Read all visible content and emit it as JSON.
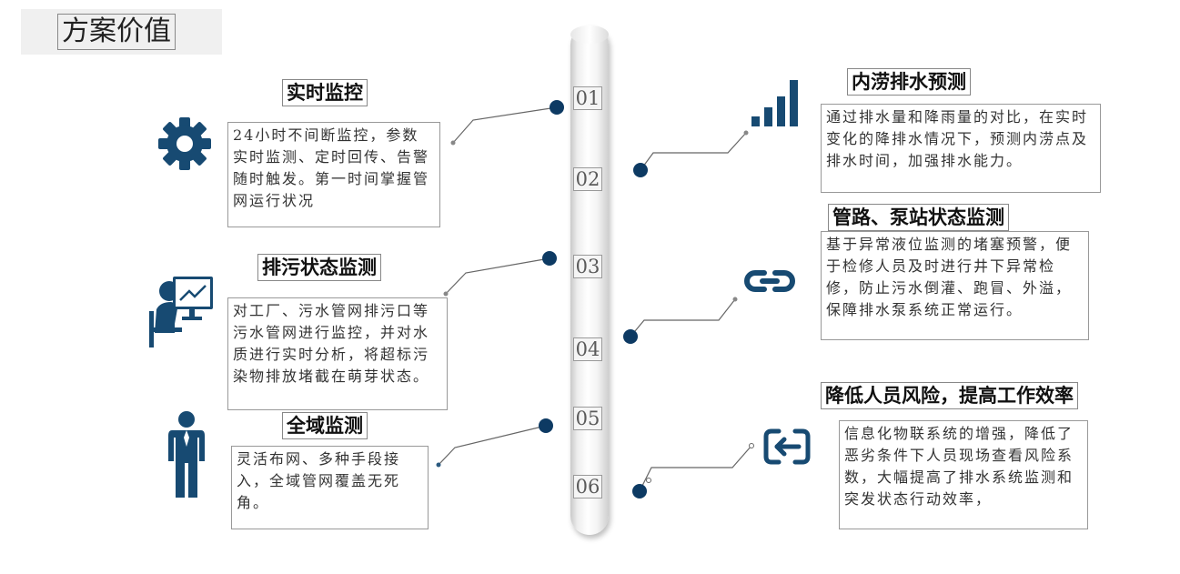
{
  "page_title": "方案价值",
  "numbers": [
    "01",
    "02",
    "03",
    "04",
    "05",
    "06"
  ],
  "items": [
    {
      "title": "实时监控",
      "text": "24小时不间断监控，参数实时监测、定时回传、告警随时触发。第一时间掌握管网运行状况",
      "icon": "gear-icon"
    },
    {
      "title": "内涝排水预测",
      "text": "通过排水量和降雨量的对比，在实时变化的降排水情况下，预测内涝点及排水时间，加强排水能力。",
      "icon": "signal-bars-icon"
    },
    {
      "title": "排污状态监测",
      "text": "对工厂、污水管网排污口等污水管网进行监控，并对水质进行实时分析，将超标污染物排放堵截在萌芽状态。",
      "icon": "person-monitor-icon"
    },
    {
      "title": "管路、泵站状态监测",
      "text": "基于异常液位监测的堵塞预警，便于检修人员及时进行井下异常检修，防止污水倒灌、跑冒、外溢，保障排水泵系统正常运行。",
      "icon": "link-icon"
    },
    {
      "title": "全域监测",
      "text": "灵活布网、多种手段接入，全域管网覆盖无死角。",
      "icon": "person-icon"
    },
    {
      "title": "降低人员风险，提高工作效率",
      "text": "信息化物联系统的增强，降低了恶劣条件下人员现场查看风险系数，大幅提高了排水系统监测和突发状态行动效率，",
      "icon": "exchange-arrows-icon"
    }
  ],
  "colors": {
    "navy": "#0d3a63",
    "icon": "#174a72",
    "line": "#666666"
  }
}
